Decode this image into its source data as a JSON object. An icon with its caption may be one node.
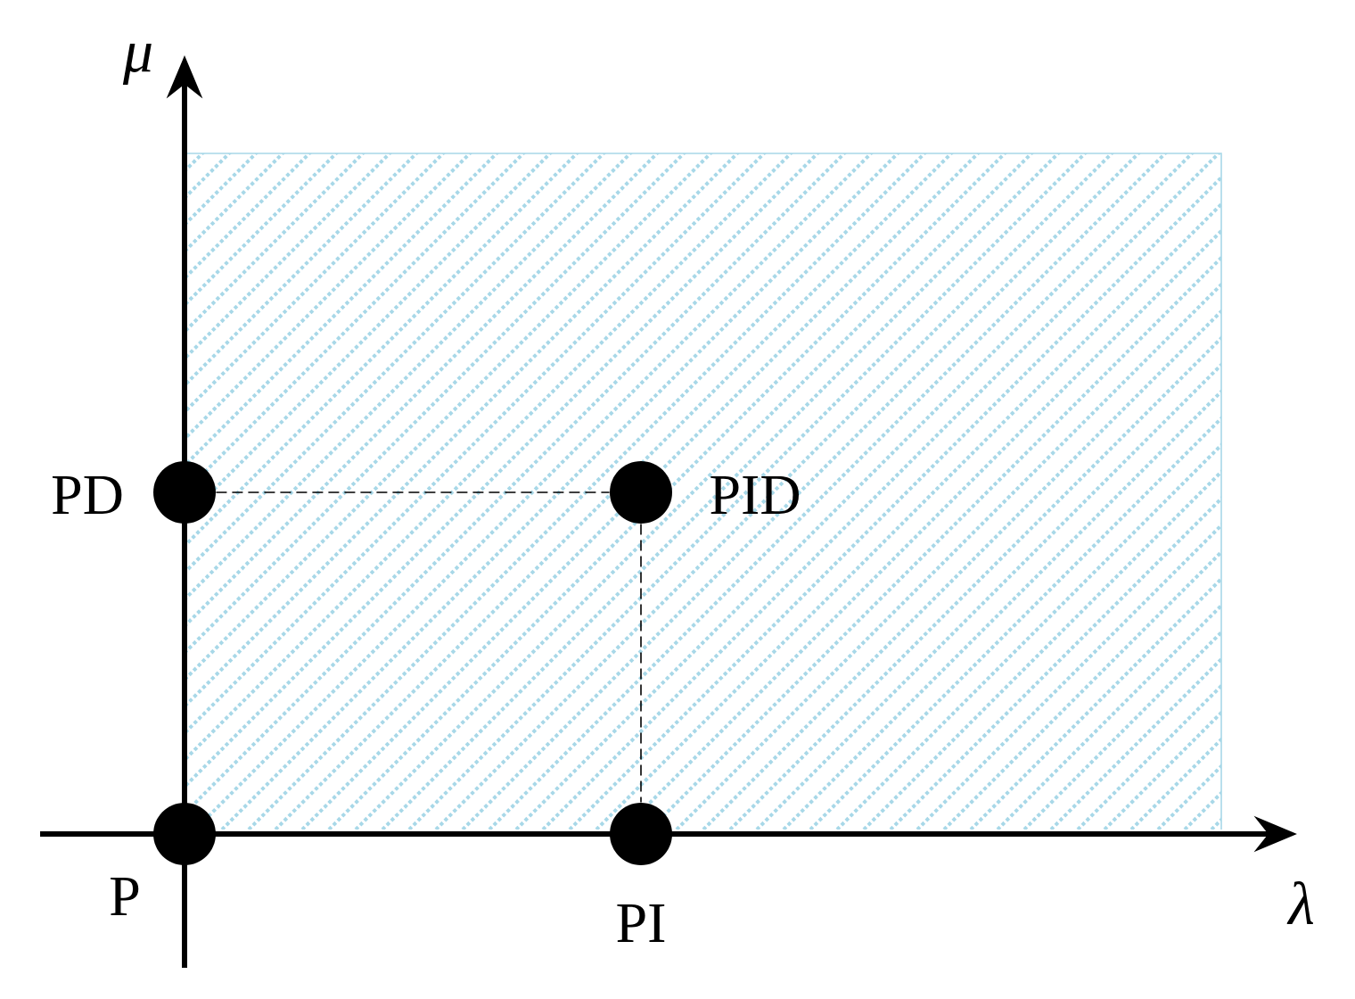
{
  "diagram": {
    "nodes": [
      {
        "text": [],
        "shape": "circle",
        "beside": [
          "P"
        ]
      },
      {
        "text": [],
        "shape": "circle",
        "beside": [
          "PD"
        ]
      },
      {
        "text": [],
        "shape": "circle",
        "beside": [
          "PID"
        ]
      },
      {
        "text": [],
        "shape": "circle",
        "beside": [
          "PI"
        ]
      }
    ],
    "edges": [
      {
        "from": 1,
        "to": 2,
        "arrow": "none",
        "style": "dashed"
      },
      {
        "from": 2,
        "to": 3,
        "arrow": "none",
        "style": "dashed"
      }
    ],
    "labels": [
      "μ",
      "λ"
    ]
  }
}
